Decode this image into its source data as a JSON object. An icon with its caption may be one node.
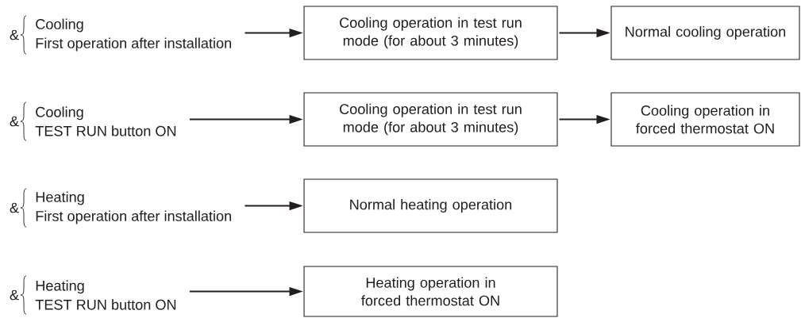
{
  "diagram": {
    "nodes": [
      {
        "text": [
          "Cooling",
          "First operation after installation"
        ]
      },
      {
        "text": [
          "Cooling operation in test run mode (for about 3 minutes)"
        ]
      },
      {
        "text": [
          "Normal cooling operation"
        ]
      },
      {
        "text": [
          "Cooling",
          "TEST RUN button ON"
        ]
      },
      {
        "text": [
          "Cooling operation in test run mode (for about 3 minutes)"
        ]
      },
      {
        "text": [
          "Cooling operation in forced thermostat ON"
        ]
      },
      {
        "text": [
          "Heating",
          "First operation after installation"
        ]
      },
      {
        "text": [
          "Normal heating operation"
        ]
      },
      {
        "text": [
          "Heating",
          "TEST RUN button ON"
        ]
      },
      {
        "text": [
          "Heating operation in forced thermostat ON"
        ]
      }
    ],
    "edges": [
      {
        "from": 0,
        "to": 1,
        "arrow": "to"
      },
      {
        "from": 1,
        "to": 2,
        "arrow": "to"
      },
      {
        "from": 3,
        "to": 4,
        "arrow": "to"
      },
      {
        "from": 4,
        "to": 5,
        "arrow": "to"
      },
      {
        "from": 6,
        "to": 7,
        "arrow": "to"
      },
      {
        "from": 8,
        "to": 9,
        "arrow": "to"
      }
    ],
    "labels": [
      "&",
      "&",
      "&",
      "&"
    ]
  }
}
